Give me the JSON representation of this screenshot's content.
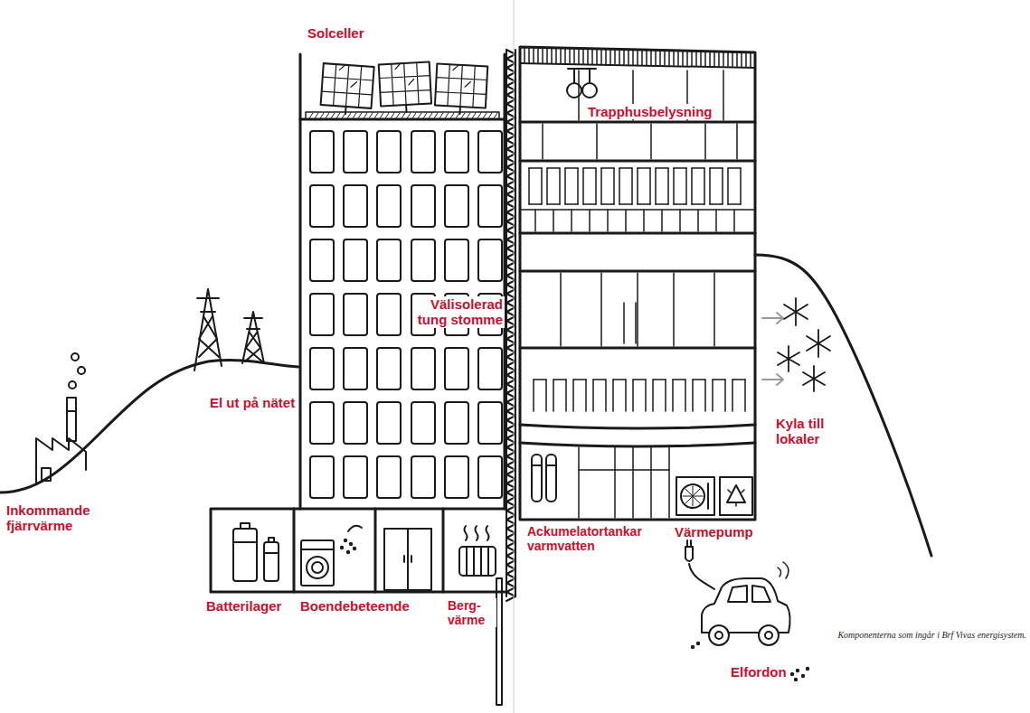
{
  "diagram": {
    "caption": "Komponenterna som ingår i Brf Vivas energisystem.",
    "labels": [
      "Solceller",
      "Trapphusbelysning",
      "Välisolerad tung stomme",
      "El ut på nätet",
      "Kyla till lokaler",
      "Inkommande fjärrvärme",
      "Ackumelatortankar varmvatten",
      "Värmepump",
      "Batterilager",
      "Boendebeteende",
      "Berg- värme",
      "Elfordon"
    ]
  }
}
